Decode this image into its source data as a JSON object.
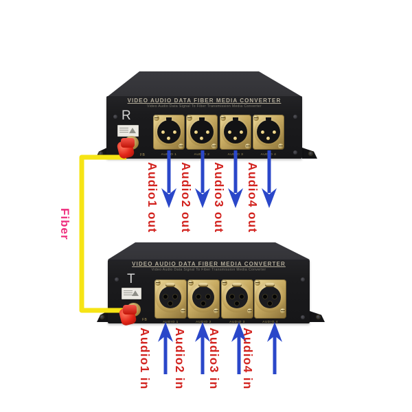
{
  "diagram": {
    "fiber_label": "Fiber"
  },
  "receiver": {
    "letter": "R",
    "title": "VIDEO AUDIO DATA FIBER MEDIA CONVERTER",
    "subtitle": "Video Audio Data Signal To Fiber Transmission Media Converter",
    "fiber_port_label": "FB",
    "ports": [
      "AUDIO 1",
      "AUDIO 2",
      "AUDIO 3",
      "AUDIO 4"
    ],
    "output_labels": [
      "Audio1 out",
      "Audio2 out",
      "Audio3 out",
      "Audio4 out"
    ]
  },
  "transmitter": {
    "letter": "T",
    "title": "VIDEO AUDIO DATA FIBER MEDIA CONVERTER",
    "subtitle": "Video Audio Data Signal To Fiber Transmission Media Converter",
    "fiber_port_label": "FB",
    "ports": [
      "AUDIO 1",
      "AUDIO 2",
      "AUDIO 3",
      "AUDIO 4"
    ],
    "input_labels": [
      "Audio1 in",
      "Audio2 in",
      "Audio3 in",
      "Audio4 in"
    ]
  },
  "colors": {
    "arrow_blue": "#2a47c9",
    "annotation_red": "#d2231f",
    "fiber_pink": "#ee2d7d",
    "cable_yellow": "#f6e415",
    "chassis_black": "#1c1c1e",
    "xlr_gold": "#c8ab62",
    "fc_connector_red": "#e22619"
  }
}
